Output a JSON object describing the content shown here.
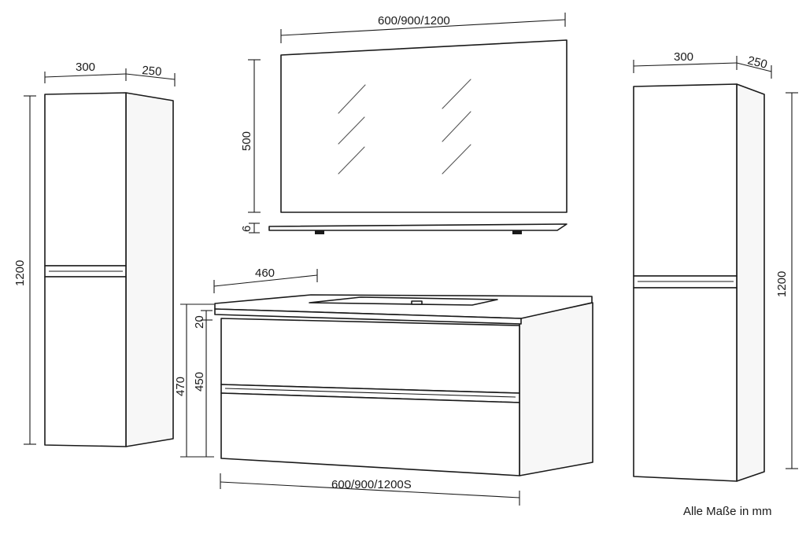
{
  "labels": {
    "left_cabinet_width": "300",
    "left_cabinet_depth": "250",
    "left_cabinet_height": "1200",
    "mirror_width": "600/900/1200",
    "mirror_height": "500",
    "shelf_thickness": "6",
    "vanity_depth": "460",
    "top_thickness": "20",
    "vanity_height": "470",
    "drawer_height": "450",
    "vanity_width": "600/900/1200S",
    "right_cabinet_width": "300",
    "right_cabinet_depth": "250",
    "right_cabinet_height": "1200"
  },
  "note": "Alle Maße in mm"
}
